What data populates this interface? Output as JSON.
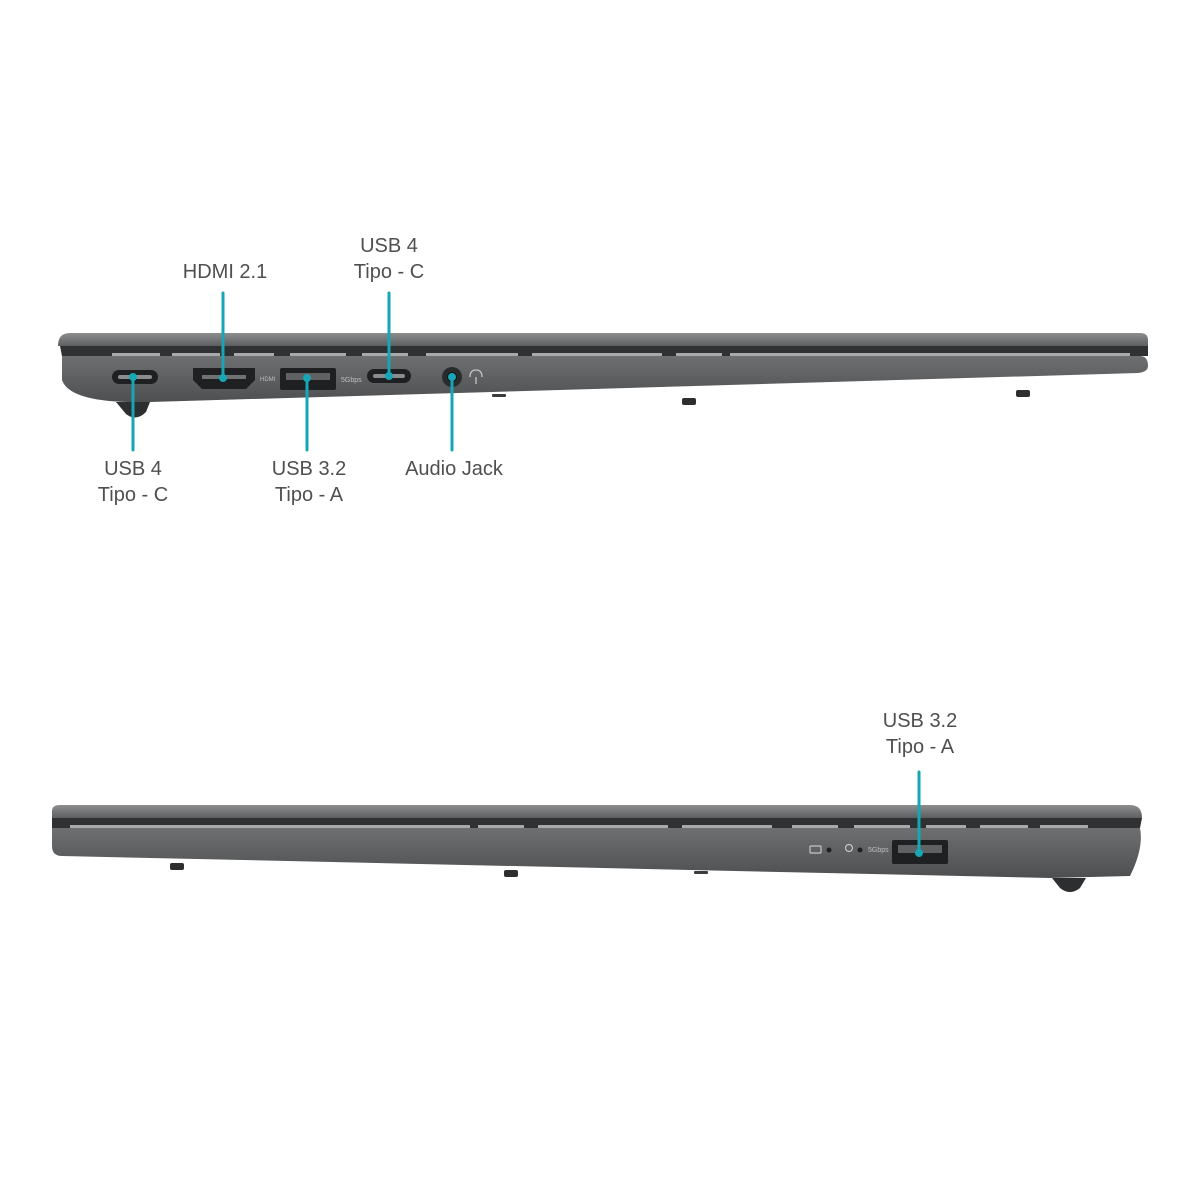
{
  "accent_color": "#16a6b6",
  "left_view": {
    "ports": [
      {
        "id": "usb4-left",
        "line1": "USB 4",
        "line2": "Tipo - C"
      },
      {
        "id": "hdmi",
        "line1": "HDMI 2.1",
        "line2": ""
      },
      {
        "id": "usb32-left",
        "line1": "USB 3.2",
        "line2": "Tipo - A"
      },
      {
        "id": "usb4-right",
        "line1": "USB 4",
        "line2": "Tipo - C"
      },
      {
        "id": "audio-jack",
        "line1": "Audio Jack",
        "line2": ""
      }
    ],
    "engravings": {
      "hdmi": "HDMI",
      "speed": "5Gbps"
    }
  },
  "right_view": {
    "ports": [
      {
        "id": "usb32-right",
        "line1": "USB 3.2",
        "line2": "Tipo - A"
      }
    ],
    "engravings": {
      "speed": "5Gbps"
    }
  }
}
